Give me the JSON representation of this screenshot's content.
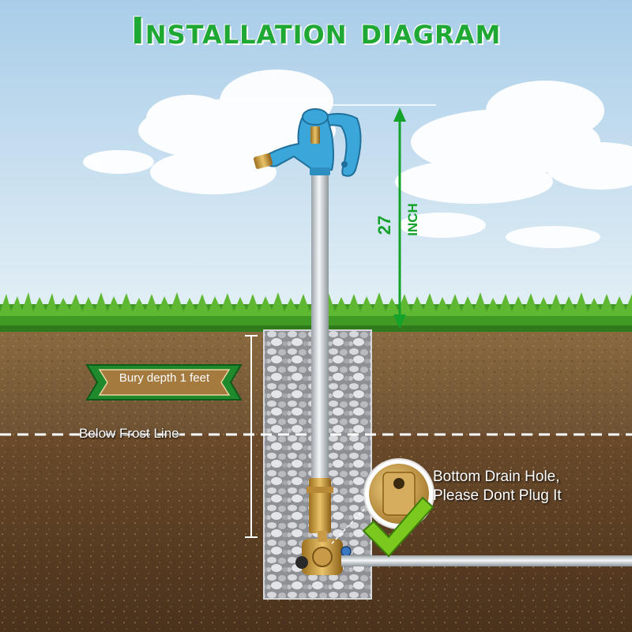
{
  "title": "Installation diagram",
  "labels": {
    "bury_depth": "Bury depth 1 feet",
    "frost_line": "Below Frost Line",
    "drain_line1": "Bottom Drain Hole,",
    "drain_line2": "Please Dont Plug It"
  },
  "dimension": {
    "value": "27",
    "unit": "INCH"
  },
  "colors": {
    "title_green": "#1fa834",
    "dimension_green": "#14a22a",
    "pump_blue": "#3aa6da",
    "grass": "#3f9b24",
    "banner": "#1e8a2c",
    "check": "#7bc81e"
  },
  "icons": {
    "check": "checkmark-icon"
  }
}
